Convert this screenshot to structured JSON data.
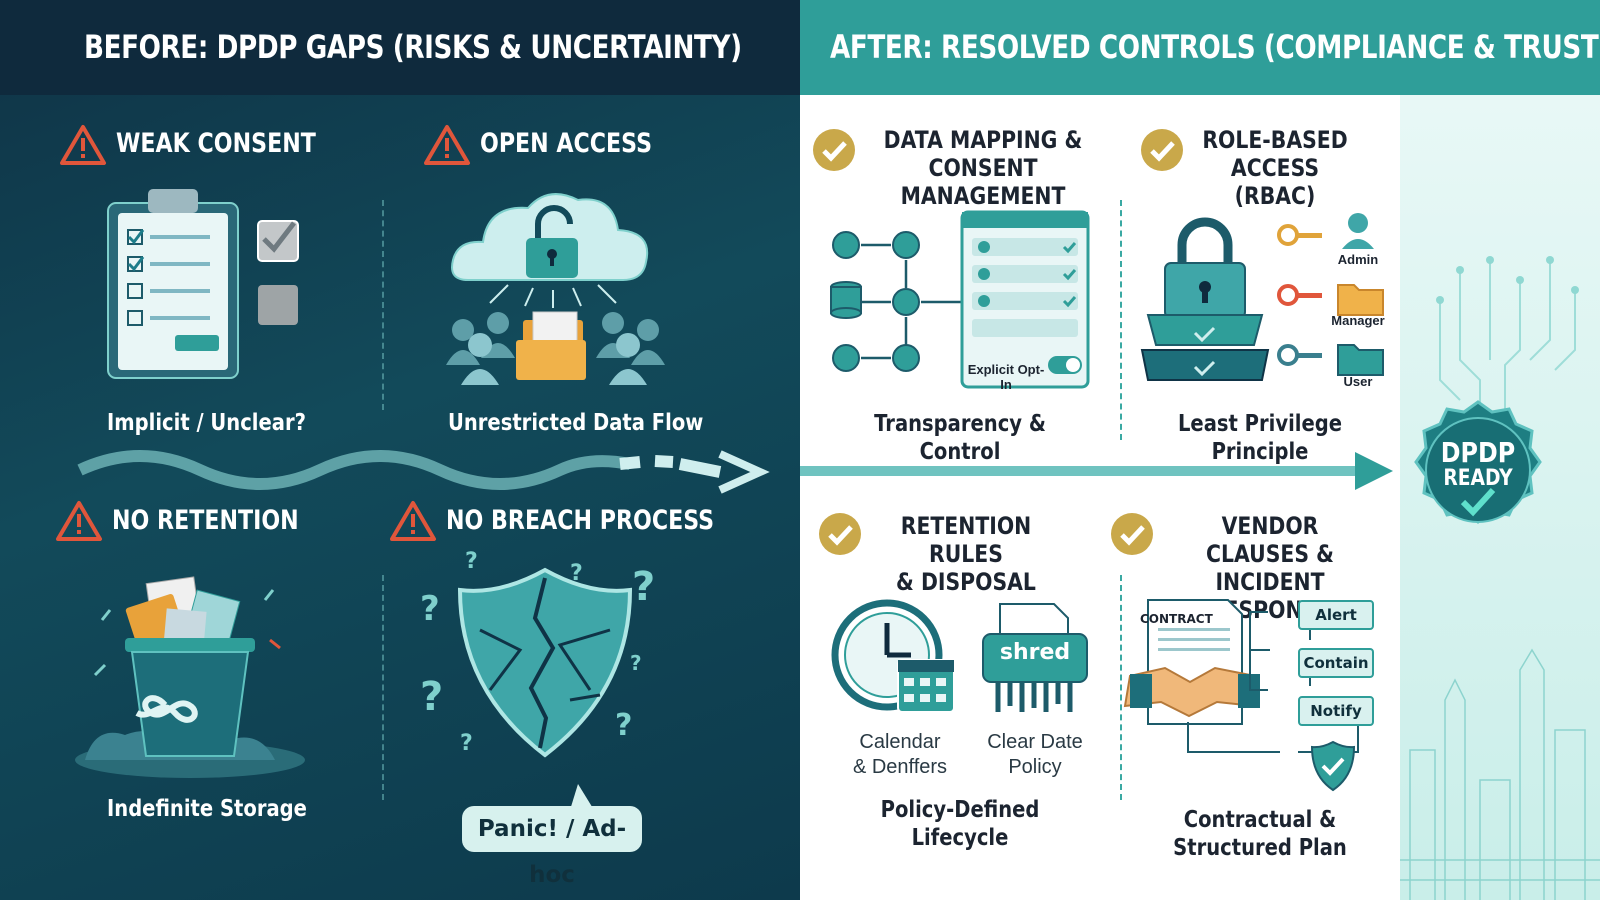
{
  "colors": {
    "left_bg": "#124a5a",
    "right_header": "#2f9e99",
    "warn": "#e0563b",
    "check": "#c9a84a",
    "teal": "#2f9e99"
  },
  "header": {
    "before": "BEFORE: DPDP GAPS (RISKS & UNCERTAINTY)",
    "after": "AFTER: RESOLVED CONTROLS (COMPLIANCE & TRUST)"
  },
  "before": {
    "weak_consent": {
      "title": "WEAK CONSENT",
      "caption": "Implicit / Unclear?",
      "icon": "clipboard-checklist-icon"
    },
    "open_access": {
      "title": "OPEN ACCESS",
      "caption": "Unrestricted Data Flow",
      "icon": "unlocked-cloud-icon"
    },
    "no_retention": {
      "title": "NO RETENTION",
      "caption": "Indefinite Storage",
      "icon": "overflowing-bin-icon"
    },
    "no_breach": {
      "title": "NO BREACH PROCESS",
      "caption": "Panic! / Ad-hoc",
      "icon": "cracked-shield-icon"
    }
  },
  "after": {
    "mapping": {
      "title": "DATA MAPPING &\nCONSENT MANAGEMENT",
      "caption": "Transparency & Control",
      "toggle_label": "Explicit Opt-In"
    },
    "rbac": {
      "title": "ROLE-BASED\nACCESS (RBAC)",
      "caption": "Least Privilege Principle",
      "roles": [
        "Admin",
        "Manager",
        "User"
      ]
    },
    "retention": {
      "title": "RETENTION RULES\n& DISPOSAL",
      "caption": "Policy-Defined Lifecycle",
      "calendar_label": "Calendar\n& Denffers",
      "shred_word": "shred",
      "policy_label": "Clear Date\nPolicy"
    },
    "vendor": {
      "title": "VENDOR CLAUSES &\nINCIDENT RESPONSE",
      "caption": "Contractual &\nStructured Plan",
      "contract_label": "CONTRACT",
      "steps": [
        "Alert",
        "Contain",
        "Notify"
      ]
    }
  },
  "badge": {
    "line1": "DPDP",
    "line2": "READY"
  }
}
